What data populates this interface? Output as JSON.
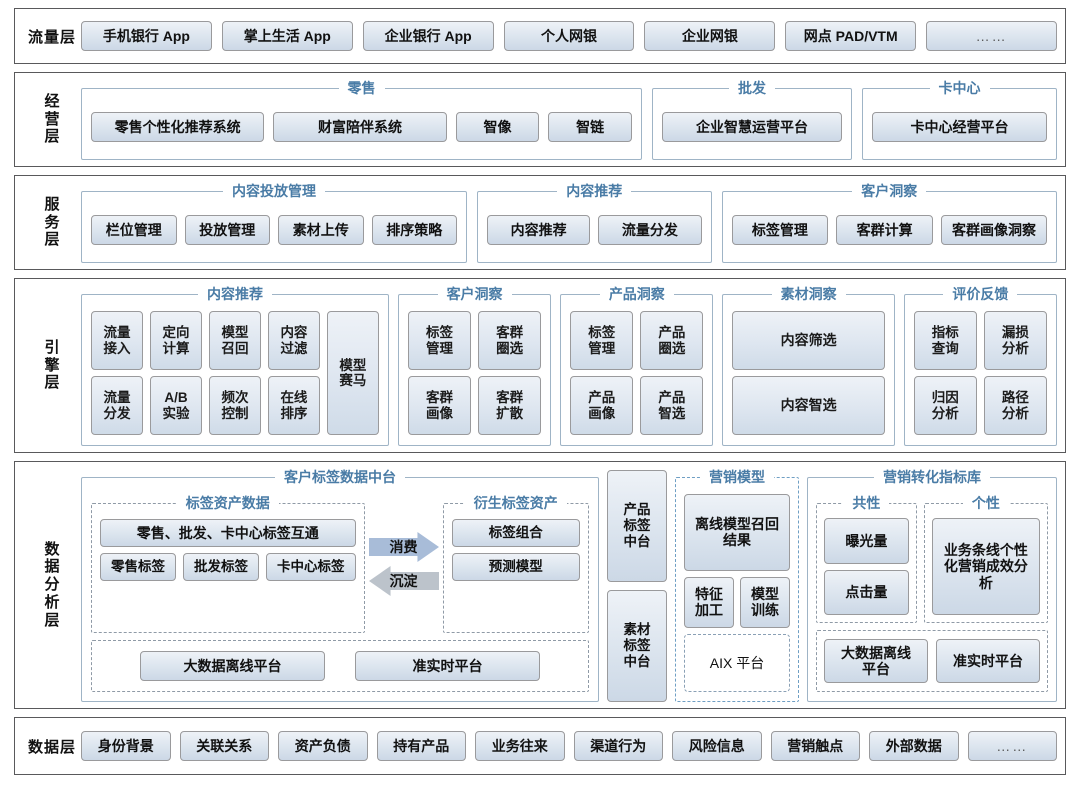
{
  "colors": {
    "group_title": "#4a7ca6",
    "chip_border": "#9a9a9c",
    "layer_border": "#59595b",
    "group_border": "#9fb4c6",
    "arrow_consume": "#9fb4d4",
    "arrow_settle": "#b9bfc6"
  },
  "layers": [
    {
      "id": "traffic",
      "label": "流量层",
      "items": [
        "手机银行 App",
        "掌上生活 App",
        "企业银行 App",
        "个人网银",
        "企业网银",
        "网点 PAD/VTM",
        "……"
      ]
    },
    {
      "id": "ops",
      "label": "经营层",
      "label_chars": [
        "经",
        "营",
        "层"
      ],
      "groups": [
        {
          "title": "零售",
          "items": [
            "零售个性化推荐系统",
            "财富陪伴系统",
            "智像",
            "智链"
          ]
        },
        {
          "title": "批发",
          "items": [
            "企业智慧运营平台"
          ]
        },
        {
          "title": "卡中心",
          "items": [
            "卡中心经营平台"
          ]
        }
      ]
    },
    {
      "id": "service",
      "label": "服务层",
      "label_chars": [
        "服",
        "务",
        "层"
      ],
      "groups": [
        {
          "title": "内容投放管理",
          "items": [
            "栏位管理",
            "投放管理",
            "素材上传",
            "排序策略"
          ]
        },
        {
          "title": "内容推荐",
          "items": [
            "内容推荐",
            "流量分发"
          ]
        },
        {
          "title": "客户洞察",
          "items": [
            "标签管理",
            "客群计算",
            "客群画像洞察"
          ]
        }
      ]
    },
    {
      "id": "engine",
      "label": "引擎层",
      "label_chars": [
        "引",
        "擎",
        "层"
      ],
      "groups": [
        {
          "title": "内容推荐",
          "columns": [
            {
              "cells": [
                [
                  "流量",
                  "接入"
                ],
                [
                  "流量",
                  "分发"
                ]
              ]
            },
            {
              "cells": [
                [
                  "定向",
                  "计算"
                ],
                [
                  "A/B",
                  "实验"
                ]
              ]
            },
            {
              "cells": [
                [
                  "模型",
                  "召回"
                ],
                [
                  "频次",
                  "控制"
                ]
              ]
            },
            {
              "cells": [
                [
                  "内容",
                  "过滤"
                ],
                [
                  "在线",
                  "排序"
                ]
              ]
            },
            {
              "span": true,
              "cells": [
                [
                  "模型",
                  "赛马"
                ]
              ]
            }
          ]
        },
        {
          "title": "客户洞察",
          "columns": [
            {
              "cells": [
                [
                  "标签",
                  "管理"
                ],
                [
                  "客群",
                  "画像"
                ]
              ]
            },
            {
              "cells": [
                [
                  "客群",
                  "圈选"
                ],
                [
                  "客群",
                  "扩散"
                ]
              ]
            }
          ]
        },
        {
          "title": "产品洞察",
          "columns": [
            {
              "cells": [
                [
                  "标签",
                  "管理"
                ],
                [
                  "产品",
                  "画像"
                ]
              ]
            },
            {
              "cells": [
                [
                  "产品",
                  "圈选"
                ],
                [
                  "产品",
                  "智选"
                ]
              ]
            }
          ]
        },
        {
          "title": "素材洞察",
          "columns": [
            {
              "cells": [
                [
                  "内容筛选"
                ],
                [
                  "内容智选"
                ]
              ]
            }
          ]
        },
        {
          "title": "评价反馈",
          "columns": [
            {
              "cells": [
                [
                  "指标",
                  "查询"
                ],
                [
                  "归因",
                  "分析"
                ]
              ]
            },
            {
              "cells": [
                [
                  "漏损",
                  "分析"
                ],
                [
                  "路径",
                  "分析"
                ]
              ]
            }
          ]
        }
      ]
    },
    {
      "id": "data_analysis",
      "label": "数据分析层",
      "label_chars": [
        "数",
        "据",
        "分",
        "析",
        "层"
      ],
      "midtai": {
        "title": "客户标签数据中台",
        "tag_asset": {
          "title": "标签资产数据",
          "wide_item": "零售、批发、卡中心标签互通",
          "items": [
            "零售标签",
            "批发标签",
            "卡中心标签"
          ]
        },
        "arrows": [
          {
            "label": "消费",
            "direction": "right"
          },
          {
            "label": "沉淀",
            "direction": "left"
          }
        ],
        "derived": {
          "title": "衍生标签资产",
          "items": [
            "标签组合",
            "预测模型"
          ]
        },
        "platforms": [
          "大数据离线平台",
          "准实时平台"
        ]
      },
      "mid_columns": [
        "产品标签中台",
        "素材标签中台"
      ],
      "marketing_model": {
        "title": "营销模型",
        "main": "离线模型召回结果",
        "row": [
          "特征加工",
          "模型训练"
        ],
        "platform": "AIX 平台"
      },
      "kpi": {
        "title": "营销转化指标库",
        "common": {
          "title": "共性",
          "items": [
            "曝光量",
            "点击量"
          ]
        },
        "personal": {
          "title": "个性",
          "items": [
            "业务条线个性化营销成效分析"
          ]
        },
        "platforms": [
          "大数据离线平台",
          "准实时平台"
        ]
      }
    },
    {
      "id": "bottom",
      "label": "数据层",
      "items": [
        "身份背景",
        "关联关系",
        "资产负债",
        "持有产品",
        "业务往来",
        "渠道行为",
        "风险信息",
        "营销触点",
        "外部数据",
        "……"
      ]
    }
  ]
}
